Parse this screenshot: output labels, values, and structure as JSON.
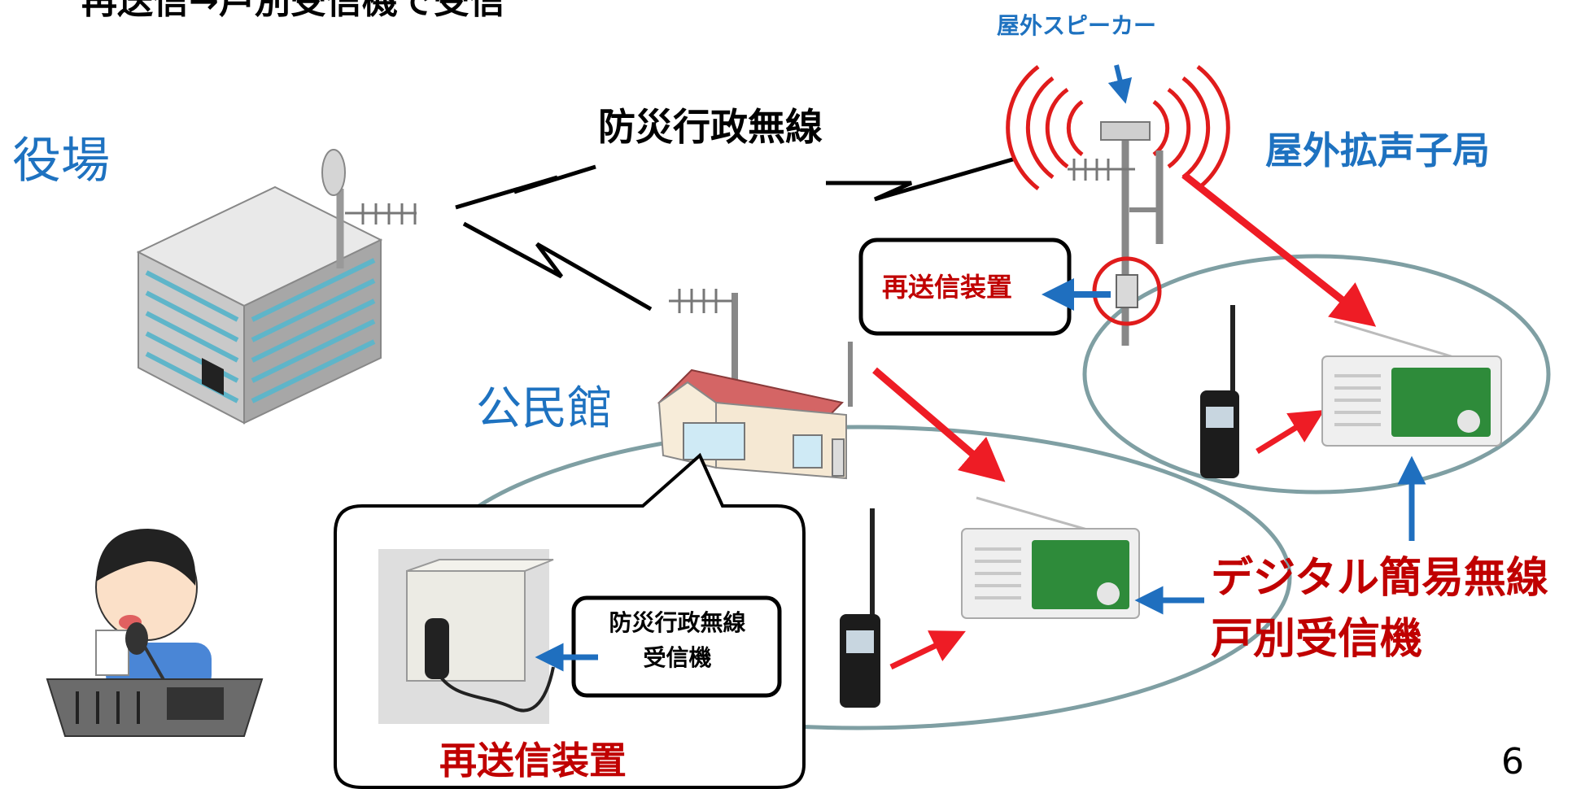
{
  "slide": {
    "title": "再送信→戸別受信機で受信",
    "page_number": "6"
  },
  "labels": {
    "town_hall": "役場",
    "bousai_radio": "防災行政無線",
    "outdoor_speaker": "屋外スピーカー",
    "outdoor_station": "屋外拡声子局",
    "retransmitter_callout": "再送信装置",
    "community_center": "公民館",
    "receiver_callout_line1": "防災行政無線",
    "receiver_callout_line2": "受信機",
    "retransmitter_bottom": "再送信装置",
    "digital_radio_line1": "デジタル簡易無線",
    "digital_radio_line2": "戸別受信機"
  },
  "colors": {
    "blue_label": "#1e72c0",
    "red_label": "#c00000",
    "red_arrow": "#ee1c25",
    "blue_arrow": "#1f6fbf",
    "ellipse": "#7f9fa3"
  }
}
